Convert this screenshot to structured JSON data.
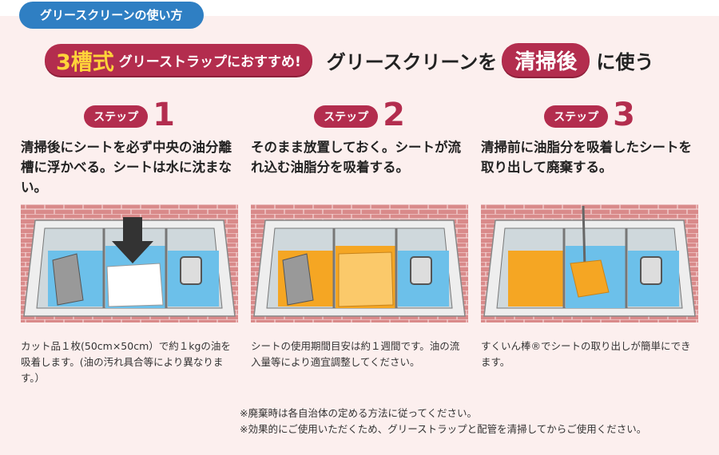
{
  "tab": {
    "label": "グリースクリーンの使い方"
  },
  "headline": {
    "badge_big": "3槽式",
    "badge_small": "グリーストラップにおすすめ!",
    "middle": "グリースクリーンを",
    "emphasis": "清掃後",
    "tail": "に使う"
  },
  "steps": [
    {
      "badge": "ステップ",
      "number": "1",
      "description": "清掃後にシートを必ず中央の油分離槽に浮かべる。シートは水に沈まない。",
      "caption": "カット品１枚(50cm×50cm）で約１kgの油を吸着します。(油の汚れ具合等により異なります。）"
    },
    {
      "badge": "ステップ",
      "number": "2",
      "description": "そのまま放置しておく。シートが流れ込む油脂分を吸着する。",
      "caption": "シートの使用期間目安は約１週間です。油の流入量等により適宜調整してください。"
    },
    {
      "badge": "ステップ",
      "number": "3",
      "description": "清掃前に油脂分を吸着したシートを取り出して廃棄する。",
      "caption": "すくいん棒®でシートの取り出しが簡単にできます。"
    }
  ],
  "notes": [
    "※廃棄時は各自治体の定める方法に従ってください。",
    "※効果的にご使用いただくため、グリーストラップと配管を清掃してからご使用ください。"
  ],
  "colors": {
    "accent": "#b32d4e",
    "tab": "#2f7fc3",
    "background": "#fcefee",
    "grease": "#f5a623",
    "water": "#5bb8e8"
  }
}
